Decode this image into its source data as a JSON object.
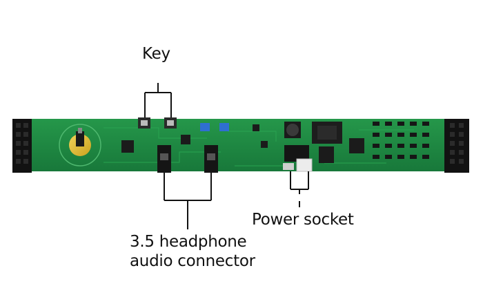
{
  "colors": {
    "background": "#ffffff",
    "pcb": "#1e8a3c",
    "pcb_dark": "#157030",
    "header": "#121212",
    "callout_line": "#111111"
  },
  "labels": {
    "key": "Key",
    "audio_line1": "3.5 headphone",
    "audio_line2": "audio connector",
    "power": "Power socket"
  }
}
